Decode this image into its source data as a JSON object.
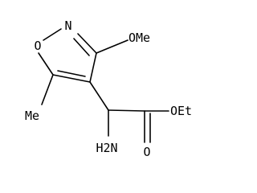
{
  "diagram": {
    "atoms": {
      "ring_n": "N",
      "ring_o": "O",
      "methoxy": "OMe",
      "methyl": "Me",
      "amine": "H2N",
      "carbonyl_o": "O",
      "ester": "OEt"
    }
  },
  "colors": {
    "background": "#ffffff",
    "ink": "#000000"
  }
}
